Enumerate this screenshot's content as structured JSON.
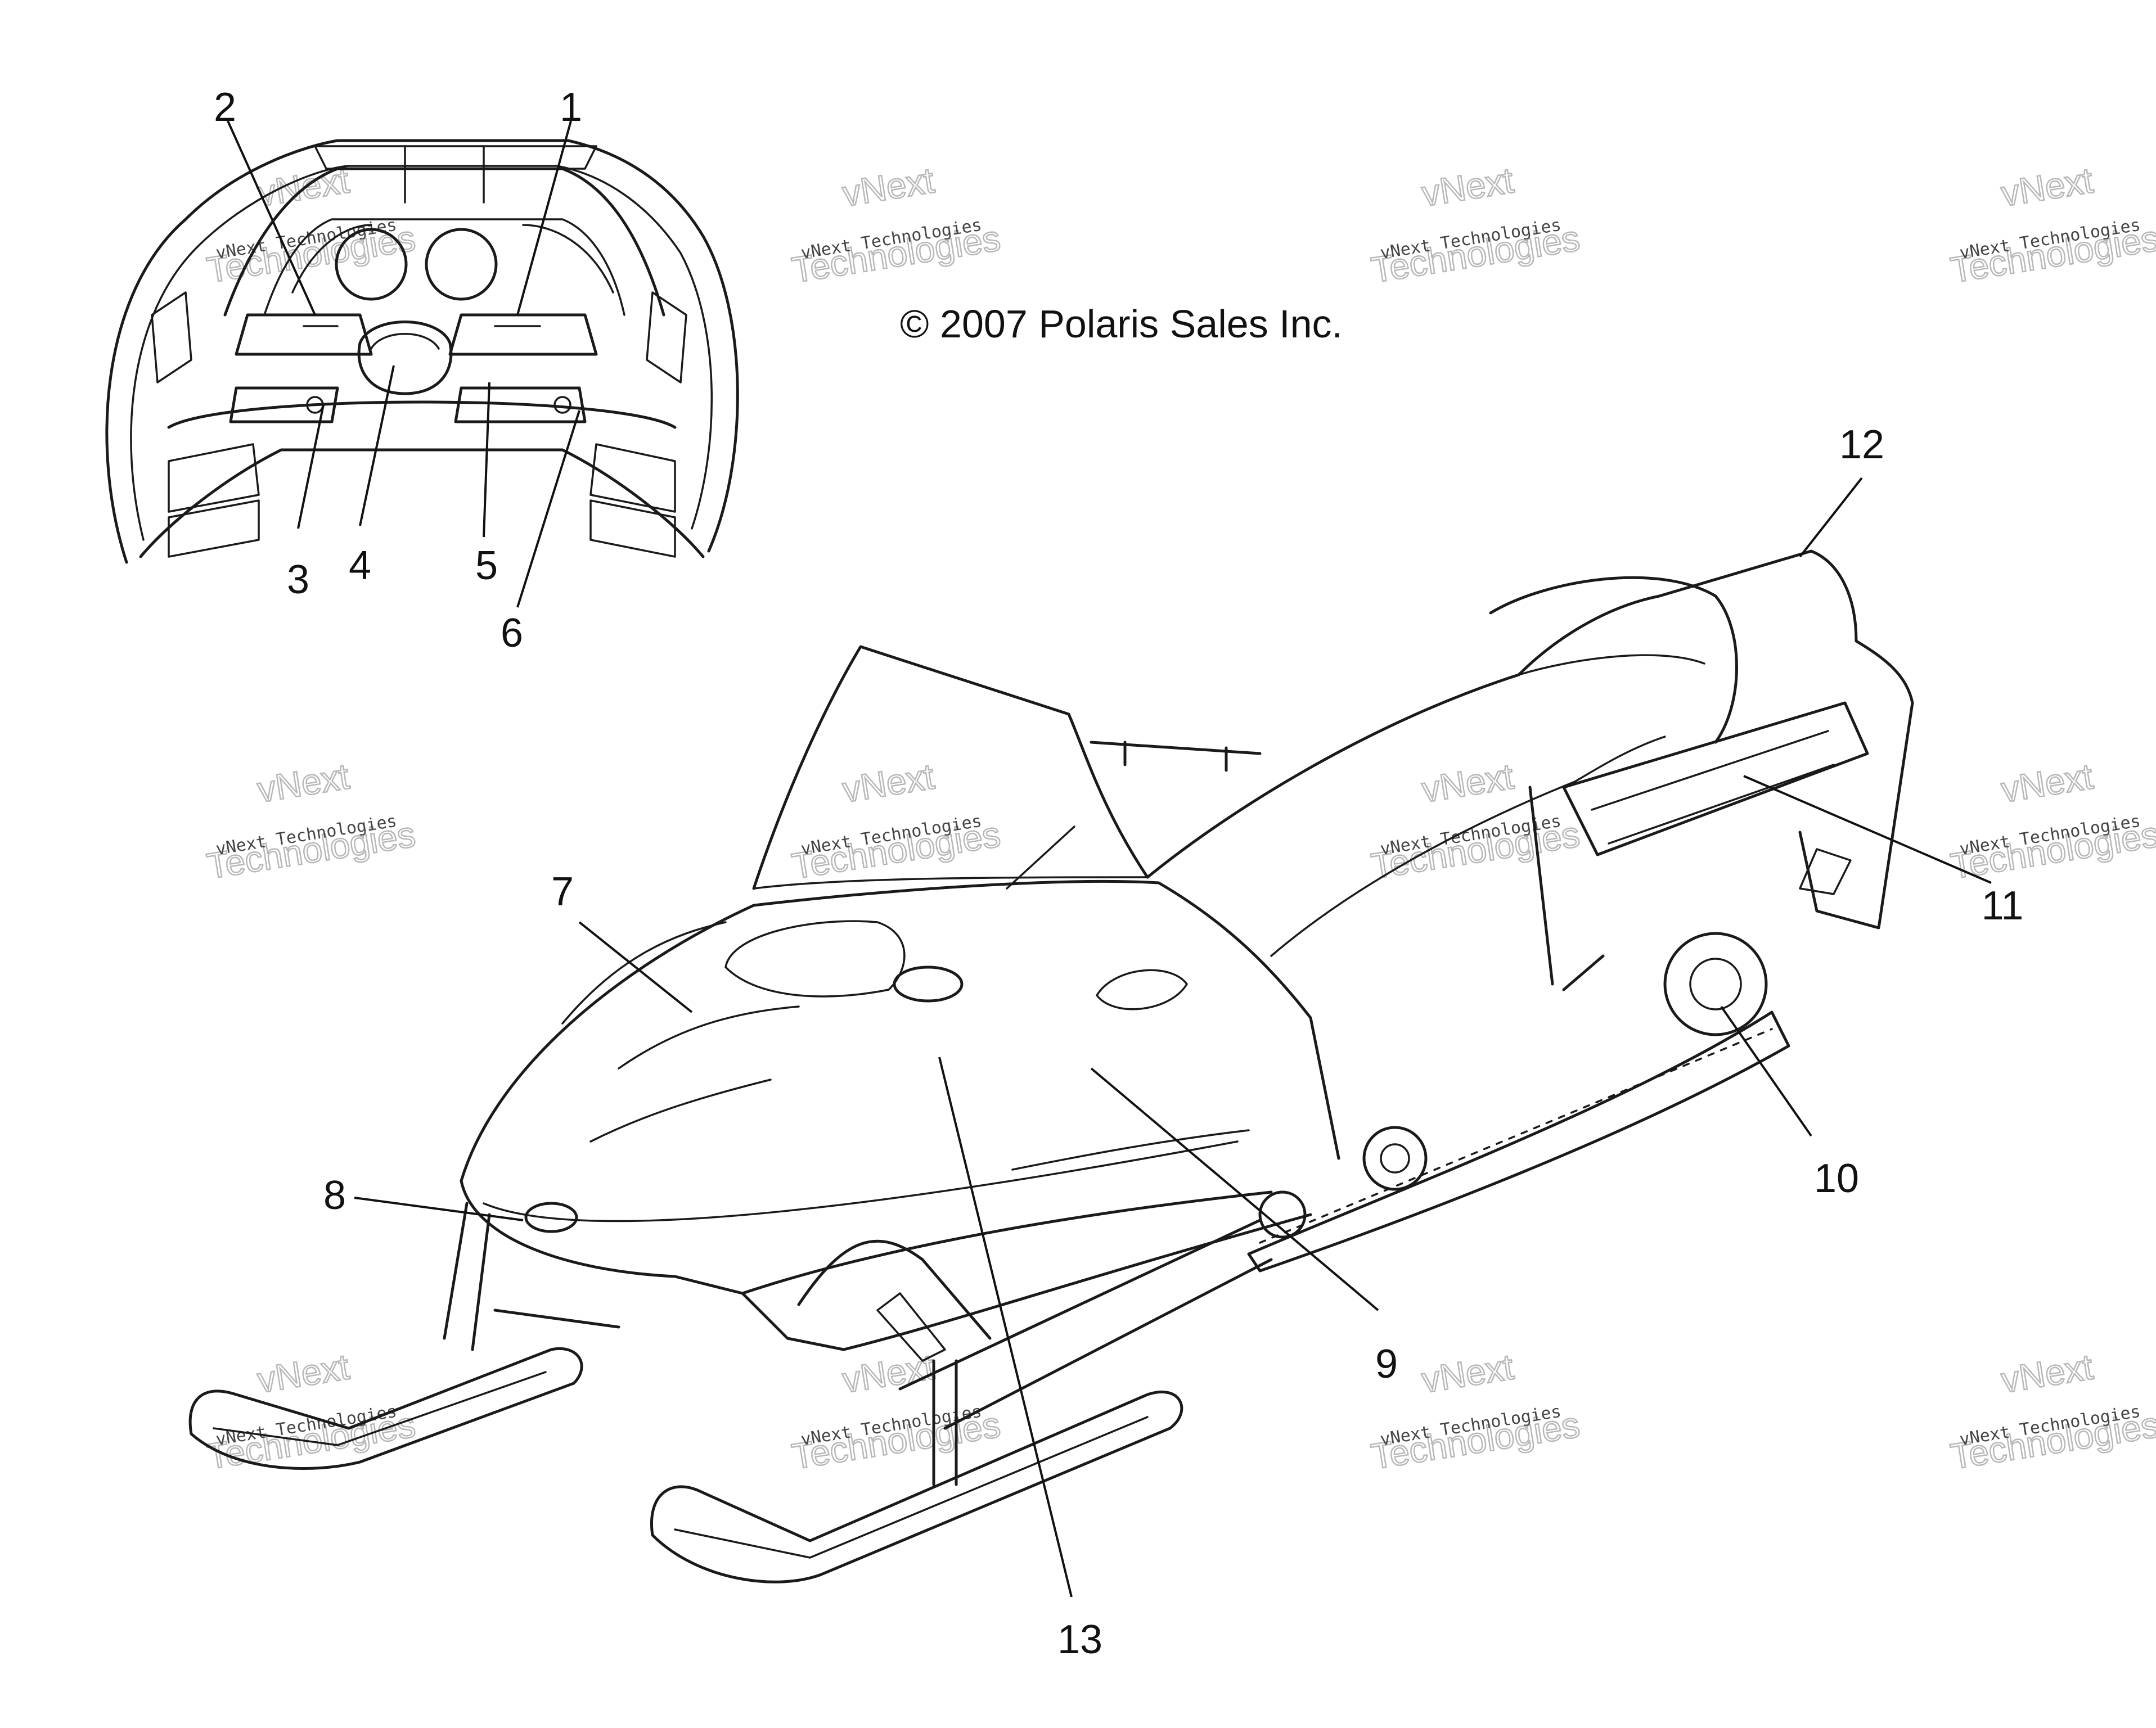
{
  "copyright": "© 2007 Polaris Sales Inc.",
  "watermark": {
    "line1": "vNext Technologies",
    "outline_word1": "vNext",
    "outline_word2": "Technologies"
  },
  "callouts": {
    "c1": "1",
    "c2": "2",
    "c3": "3",
    "c4": "4",
    "c5": "5",
    "c6": "6",
    "c7": "7",
    "c8": "8",
    "c9": "9",
    "c10": "10",
    "c11": "11",
    "c12": "12",
    "c13": "13"
  }
}
